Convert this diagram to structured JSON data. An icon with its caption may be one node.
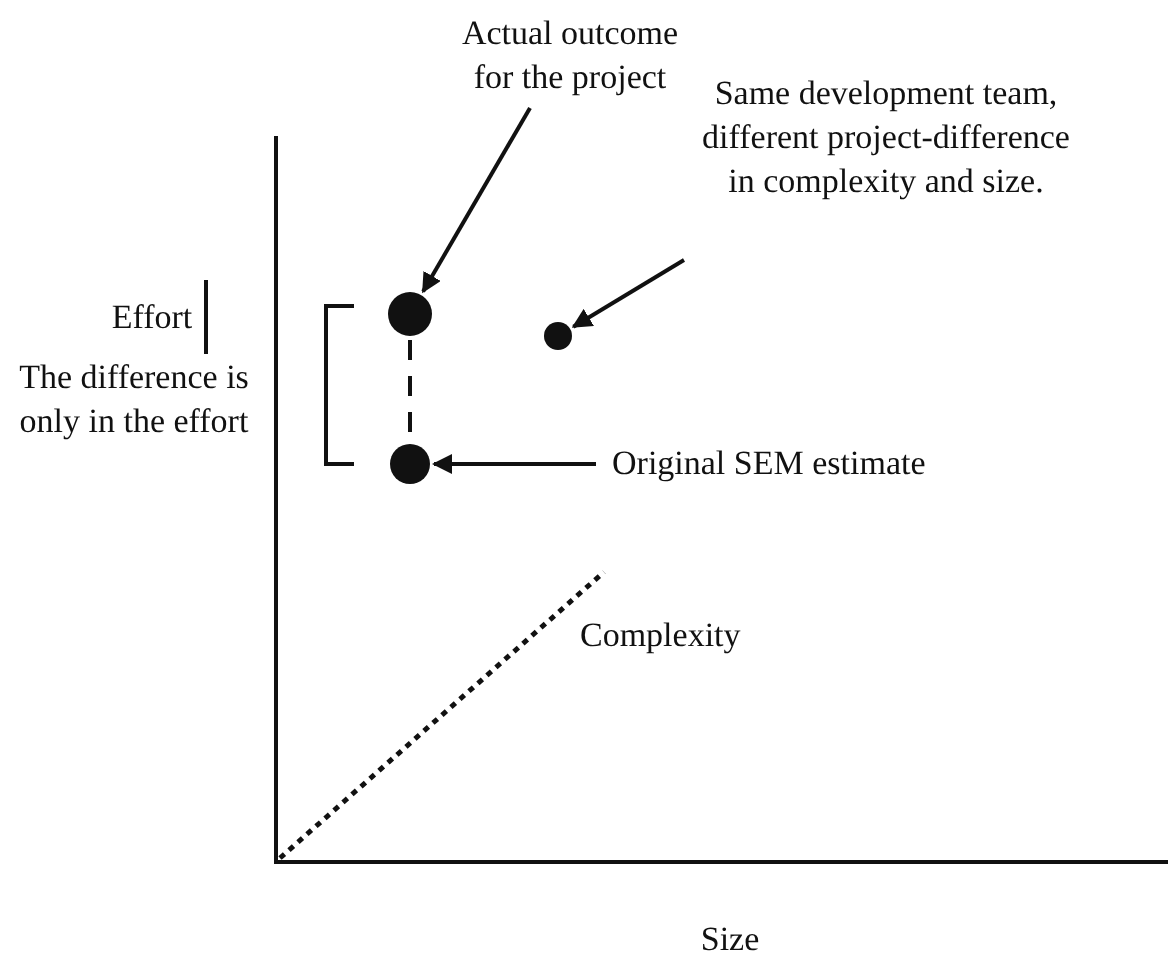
{
  "diagram": {
    "nodes": [
      {
        "text": [
          "Actual outcome for the project"
        ]
      },
      {
        "text": [],
        "shape": "circle"
      },
      {
        "text": [
          "Same development team, different project-difference in complexity and size."
        ]
      },
      {
        "text": [],
        "shape": "circle"
      },
      {
        "text": [],
        "shape": "circle"
      },
      {
        "text": [
          "Original SEM estimate"
        ]
      }
    ],
    "edges": [
      {
        "from": 0,
        "to": 1,
        "arrow": "to"
      },
      {
        "from": 2,
        "to": 3,
        "arrow": "to"
      },
      {
        "from": 5,
        "to": 4,
        "arrow": "to"
      },
      {
        "from": 1,
        "to": 4,
        "arrow": "none",
        "style": "dashed"
      }
    ],
    "labels": [
      "Effort",
      "The difference is only in the effort",
      "Complexity",
      "Size"
    ]
  }
}
